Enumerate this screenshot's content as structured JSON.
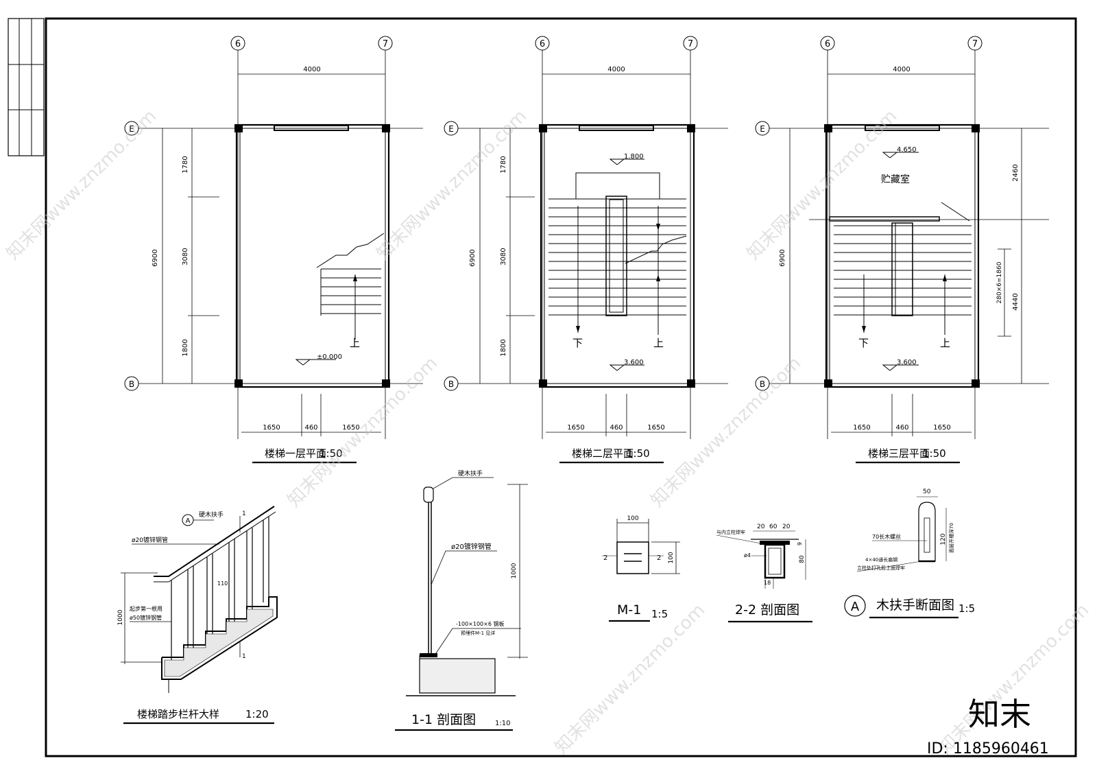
{
  "axes": {
    "col_left": "6",
    "col_right": "7",
    "row_top": "E",
    "row_bottom": "B"
  },
  "plans": [
    {
      "title": "楼梯一层平面",
      "scale": "1:50",
      "overall_width": "4000",
      "overall_depth": "6900",
      "depth_segments": [
        "1780",
        "3080",
        "1800"
      ],
      "width_segments": [
        "1650",
        "460",
        "1650"
      ],
      "elevations": [
        "±0.000"
      ],
      "up_label": "上",
      "down_label": ""
    },
    {
      "title": "楼梯二层平面",
      "scale": "1:50",
      "overall_width": "4000",
      "overall_depth": "6900",
      "depth_segments": [
        "1780",
        "3080",
        "1800"
      ],
      "width_segments": [
        "1650",
        "460",
        "1650"
      ],
      "elevations": [
        "1.800",
        "3.600"
      ],
      "up_label": "上",
      "down_label": "下"
    },
    {
      "title": "楼梯三层平面",
      "scale": "1:50",
      "overall_width": "4000",
      "overall_depth": "6900",
      "depth_segments": [
        "2460",
        "4440"
      ],
      "width_segments": [
        "1650",
        "460",
        "1650"
      ],
      "stair_dim": "280×6=1860",
      "elevations": [
        "4.650",
        "3.600"
      ],
      "room_label": "贮藏室",
      "up_label": "上",
      "down_label": "下"
    }
  ],
  "railing_detail": {
    "title": "楼梯踏步栏杆大样",
    "scale": "1:20",
    "marker": "A",
    "section_mark": "1",
    "label_handrail": "硬木扶手",
    "label_pipe": "ø20镀锌钢管",
    "label_first": "起步第一根用",
    "label_first2": "ø50镀锌钢管",
    "dim_height": "1000",
    "dim_spacing": "110"
  },
  "section_1_1": {
    "title": "1-1 剖面图",
    "scale": "1:10",
    "label_handrail": "硬木扶手",
    "label_pipe": "ø20镀锌钢管",
    "label_plate": "-100×100×6 钢板",
    "label_embed": "预埋件M-1 见详",
    "dim_height": "1000"
  },
  "m1": {
    "title": "M-1",
    "scale": "1:5",
    "dim_w": "100",
    "dim_h": "100",
    "dim_left": "2",
    "dim_right": "2"
  },
  "section_2_2": {
    "title": "2-2 剖面图",
    "label_weld": "与内立柱焊牢",
    "dims_top": [
      "20",
      "60",
      "20"
    ],
    "dim_side": "6",
    "dim_h": "80",
    "dim_bottom": "18",
    "label_rod": "ø4"
  },
  "handrail_section": {
    "marker": "A",
    "title": "木扶手断面图",
    "scale": "1:5",
    "dim_w": "50",
    "dim_h": "120",
    "label_side": "面层开槽深70",
    "label_screw": "70长木螺丝",
    "label_flat": "4×40通长扁钢",
    "label_flat2": "立柱处打孔后上面焊牢"
  },
  "watermark": {
    "text": "知末网www.znzmo.com",
    "brand": "知末",
    "id_text": "ID: 1185960461"
  }
}
